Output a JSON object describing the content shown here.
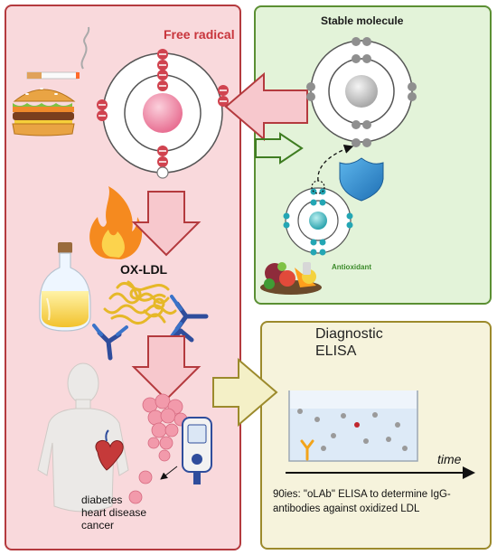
{
  "free_radical": {
    "title": "Free radical"
  },
  "stable_molecule": {
    "title": "Stable molecule"
  },
  "antioxidant": {
    "label": "Antioxidant"
  },
  "oxldl": {
    "label": "OX-LDL"
  },
  "diseases": [
    "diabetes",
    "heart disease",
    "cancer"
  ],
  "diagnostic": {
    "title_line1": "Diagnostic",
    "title_line2": "ELISA",
    "axis_label": "time",
    "note_line1": "90ies: \"oLAb\" ELISA to determine IgG-",
    "note_line2": "antibodies  against oxidized LDL"
  },
  "colors": {
    "free_panel_bg": "#f9d9dc",
    "free_panel_border": "#b43a3e",
    "stable_panel_bg": "#e3f3d9",
    "stable_panel_border": "#5b8f33",
    "diag_panel_bg": "#f6f3dc",
    "diag_panel_border": "#9c8a2c"
  }
}
